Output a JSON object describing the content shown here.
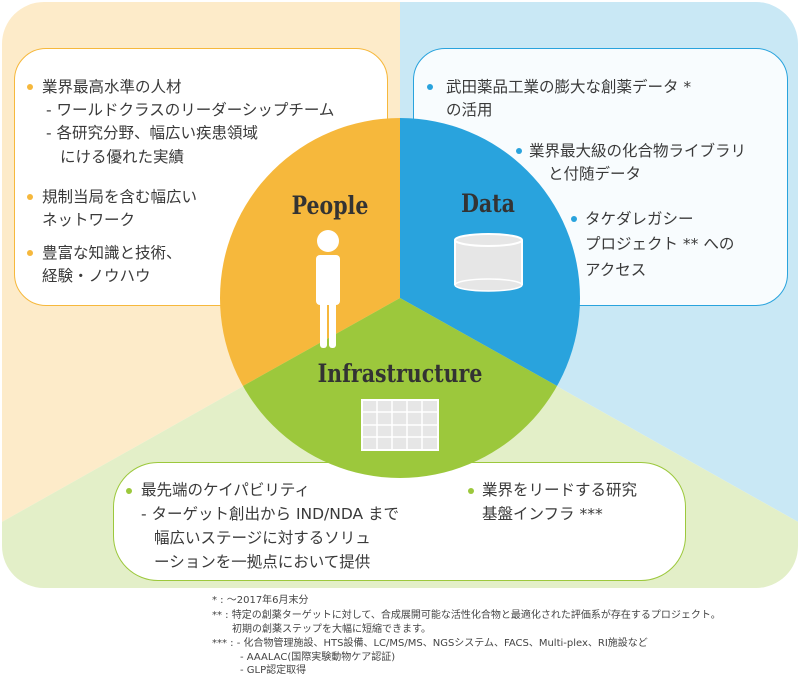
{
  "colors": {
    "people": "#f6b83c",
    "data": "#29a3dd",
    "infra": "#9cc83c",
    "people_bg": "#fdebc9",
    "data_bg": "#c9e8f5",
    "infra_bg": "#e3efc8"
  },
  "segments": {
    "people": "People",
    "data": "Data",
    "infrastructure": "Infrastructure"
  },
  "icons": {
    "people": "person-icon",
    "data": "database-cylinder-icon",
    "infrastructure": "grid-building-icon"
  },
  "people_box": {
    "lines": [
      "業界最高水準の人材",
      "- ワールドクラスのリーダーシップチーム",
      "- 各研究分野、幅広い疾患領域",
      "にける優れた実績",
      "規制当局を含む幅広い",
      "ネットワーク",
      "豊富な知識と技術、",
      "経験・ノウハウ"
    ]
  },
  "data_box": {
    "lines": [
      "武田薬品工業の膨大な創薬データ *",
      "の活用",
      "業界最大級の化合物ライブラリ",
      "と付随データ",
      "タケダレガシー",
      "プロジェクト ** への",
      "アクセス"
    ]
  },
  "infra_box": {
    "lines": [
      "最先端のケイパビリティ",
      "- ターゲット創出から IND/NDA まで",
      "幅広いステージに対するソリュ",
      "ーションを一拠点において提供",
      "業界をリードする研究",
      "基盤インフラ ***"
    ]
  },
  "footnotes": [
    "* : ～2017年6月末分",
    "** : 特定の創薬ターゲットに対して、合成展開可能な活性化合物と最適化された評価系が存在するプロジェクト。",
    "初期の創薬ステップを大幅に短縮できます。",
    "*** : - 化合物管理施設、HTS設備、LC/MS/MS、NGSシステム、FACS、Multi-plex、RI施設など",
    "- AAALAC(国際実験動物ケア認証)",
    "- GLP認定取得"
  ]
}
